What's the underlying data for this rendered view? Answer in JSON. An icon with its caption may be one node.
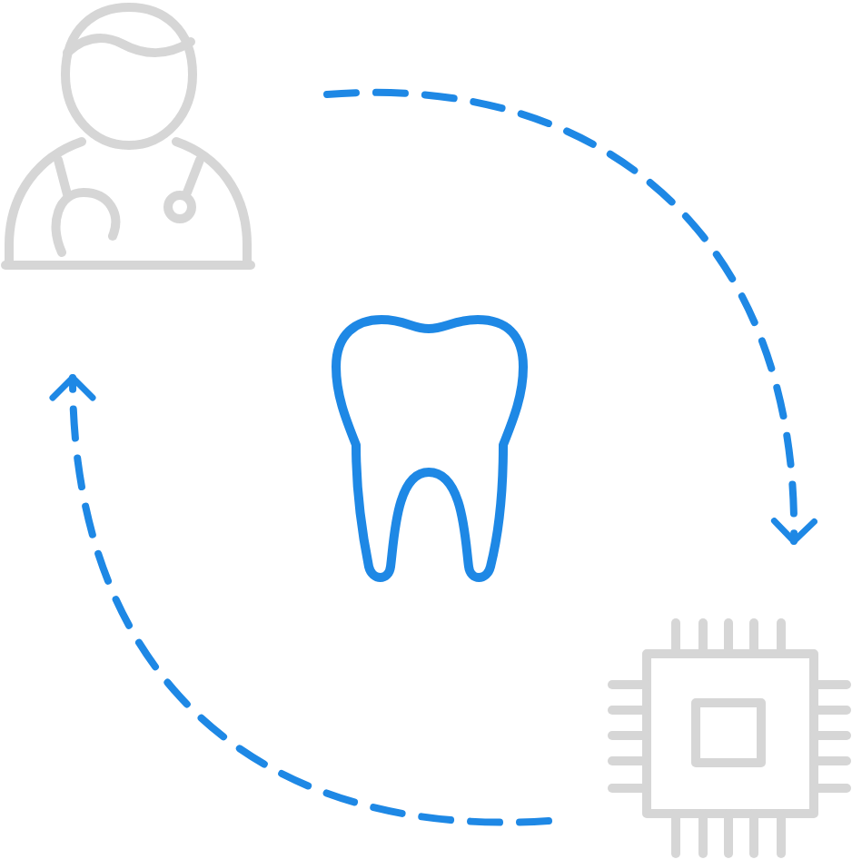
{
  "diagram": {
    "nodes": [
      {
        "text": [],
        "shape": "person"
      },
      {
        "text": [],
        "shape": "picture"
      },
      {
        "text": [],
        "shape": "picture"
      }
    ],
    "edges": [
      {
        "from": 0,
        "to": 2,
        "arrow": "to",
        "style": "dashed"
      },
      {
        "from": 2,
        "to": 0,
        "arrow": "to",
        "style": "dashed"
      }
    ]
  }
}
